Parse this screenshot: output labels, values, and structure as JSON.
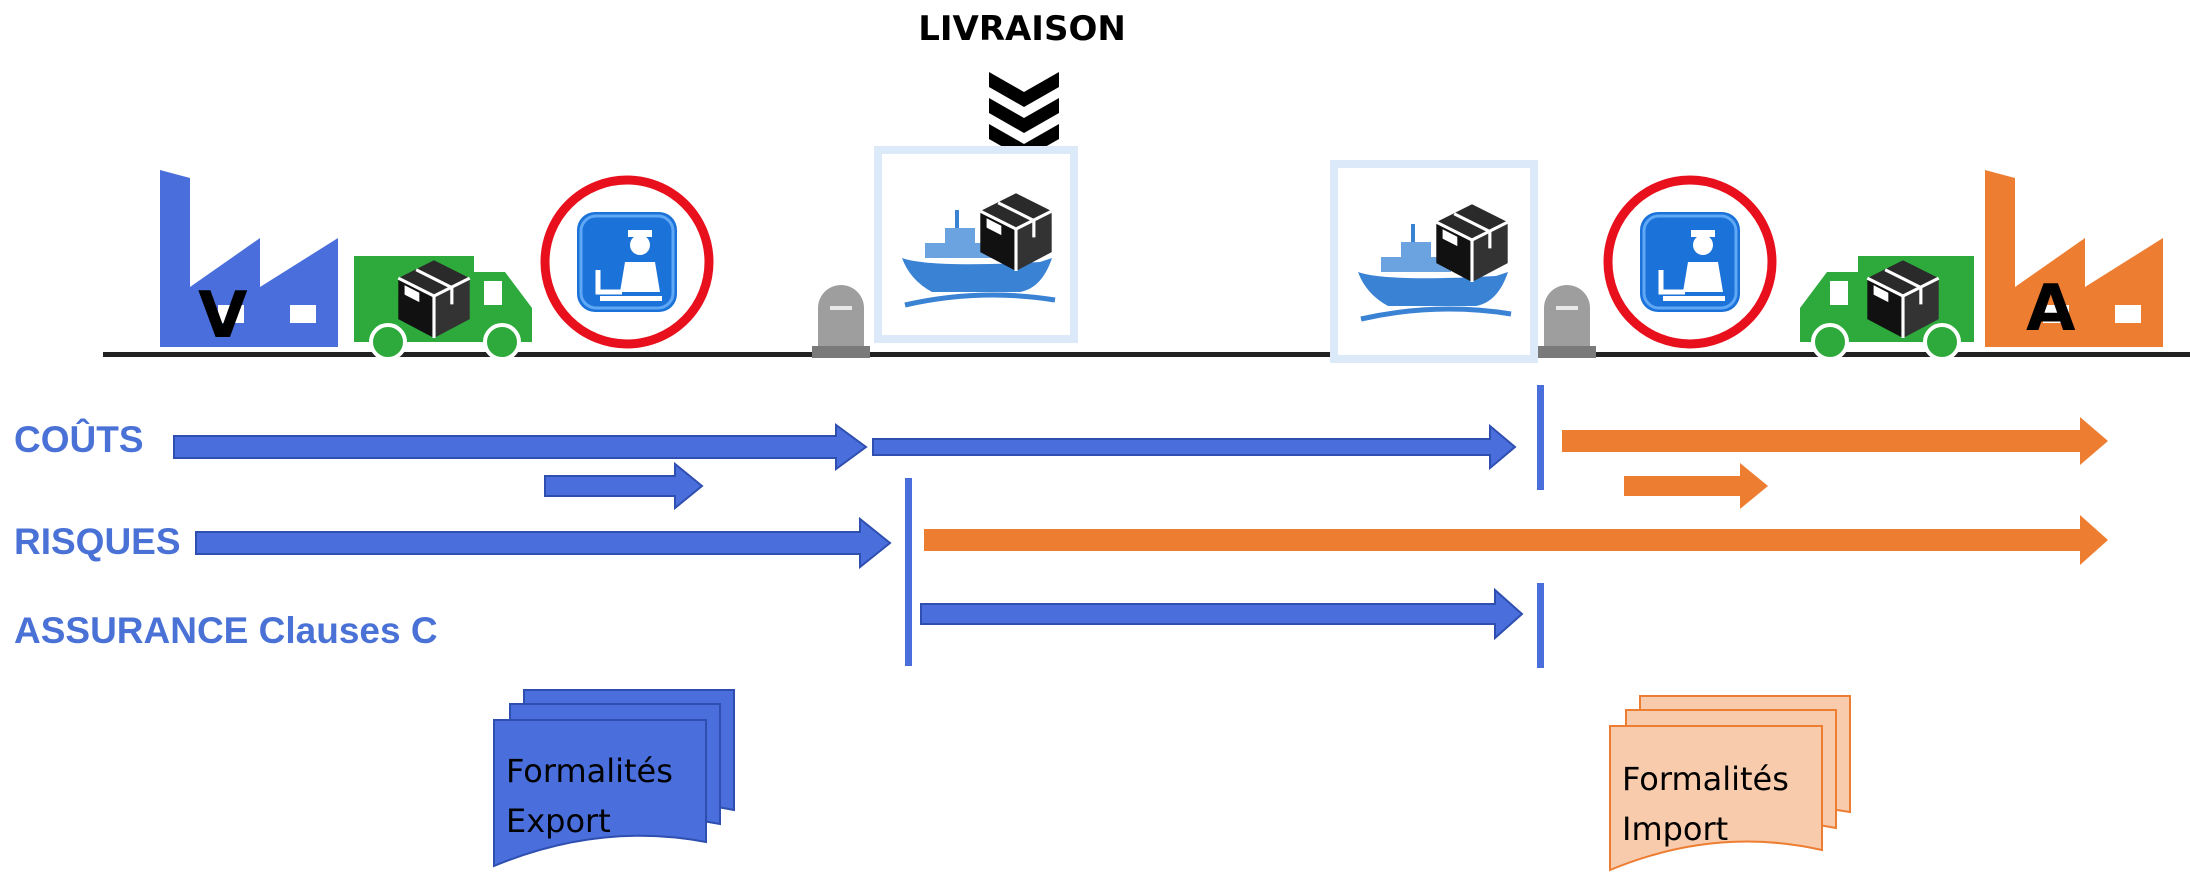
{
  "delivery_label": "LIVRAISON",
  "seller_letter": "V",
  "buyer_letter": "A",
  "rows": {
    "costs": "COÛTS",
    "risks": "RISQUES",
    "insurance": "ASSURANCE Clauses C"
  },
  "export_doc": {
    "line1": "Formalités",
    "line2": "Export"
  },
  "import_doc": {
    "line1": "Formalités",
    "line2": "Import"
  },
  "colors": {
    "seller": "#4a6fdc",
    "buyer": "#ed7d31",
    "label": "#4a72d6",
    "truck": "#2eaa3c",
    "customs_ring": "#e8101c",
    "customs_badge": "#1b72d8"
  },
  "icons": [
    "factory-icon",
    "truck-icon",
    "customs-officer-icon",
    "ship-icon",
    "package-icon",
    "bollard-icon",
    "chevron-down-icon",
    "document-stack-icon"
  ]
}
